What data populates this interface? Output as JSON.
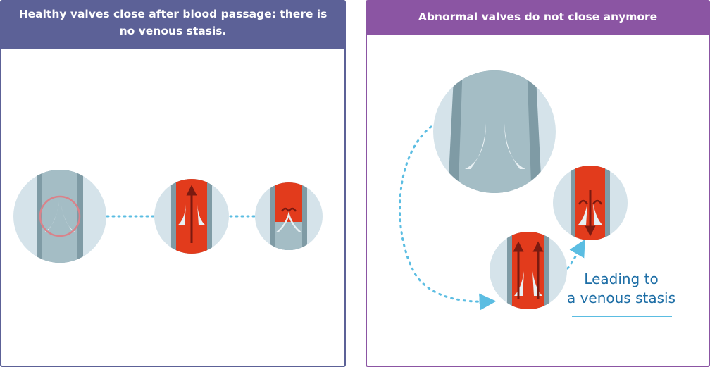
{
  "panels": {
    "left": {
      "title": "Healthy valves close after blood passage: there is no venous stasis.",
      "header_color": "#5c6197"
    },
    "right": {
      "title": "Abnormal valves do not close anymore",
      "header_color": "#8b55a3",
      "caption_line1": "Leading to",
      "caption_line2": "a venous stasis"
    }
  },
  "colors": {
    "vein_wall": "#7f9ba5",
    "vein_lumen": "#9bb6bf",
    "circle_bg": "#d5e3ea",
    "blood": "#e23b1c",
    "arrow_dark": "#7a1a10",
    "highlight_ring": "#d9828a",
    "connector": "#5bbde2",
    "caption_text": "#1d6ea6"
  },
  "icons": [
    "vein-magnified-icon",
    "valve-flow-icon",
    "valve-closed-icon",
    "valve-open-icon",
    "reflux-icon",
    "arrow-right-icon"
  ]
}
